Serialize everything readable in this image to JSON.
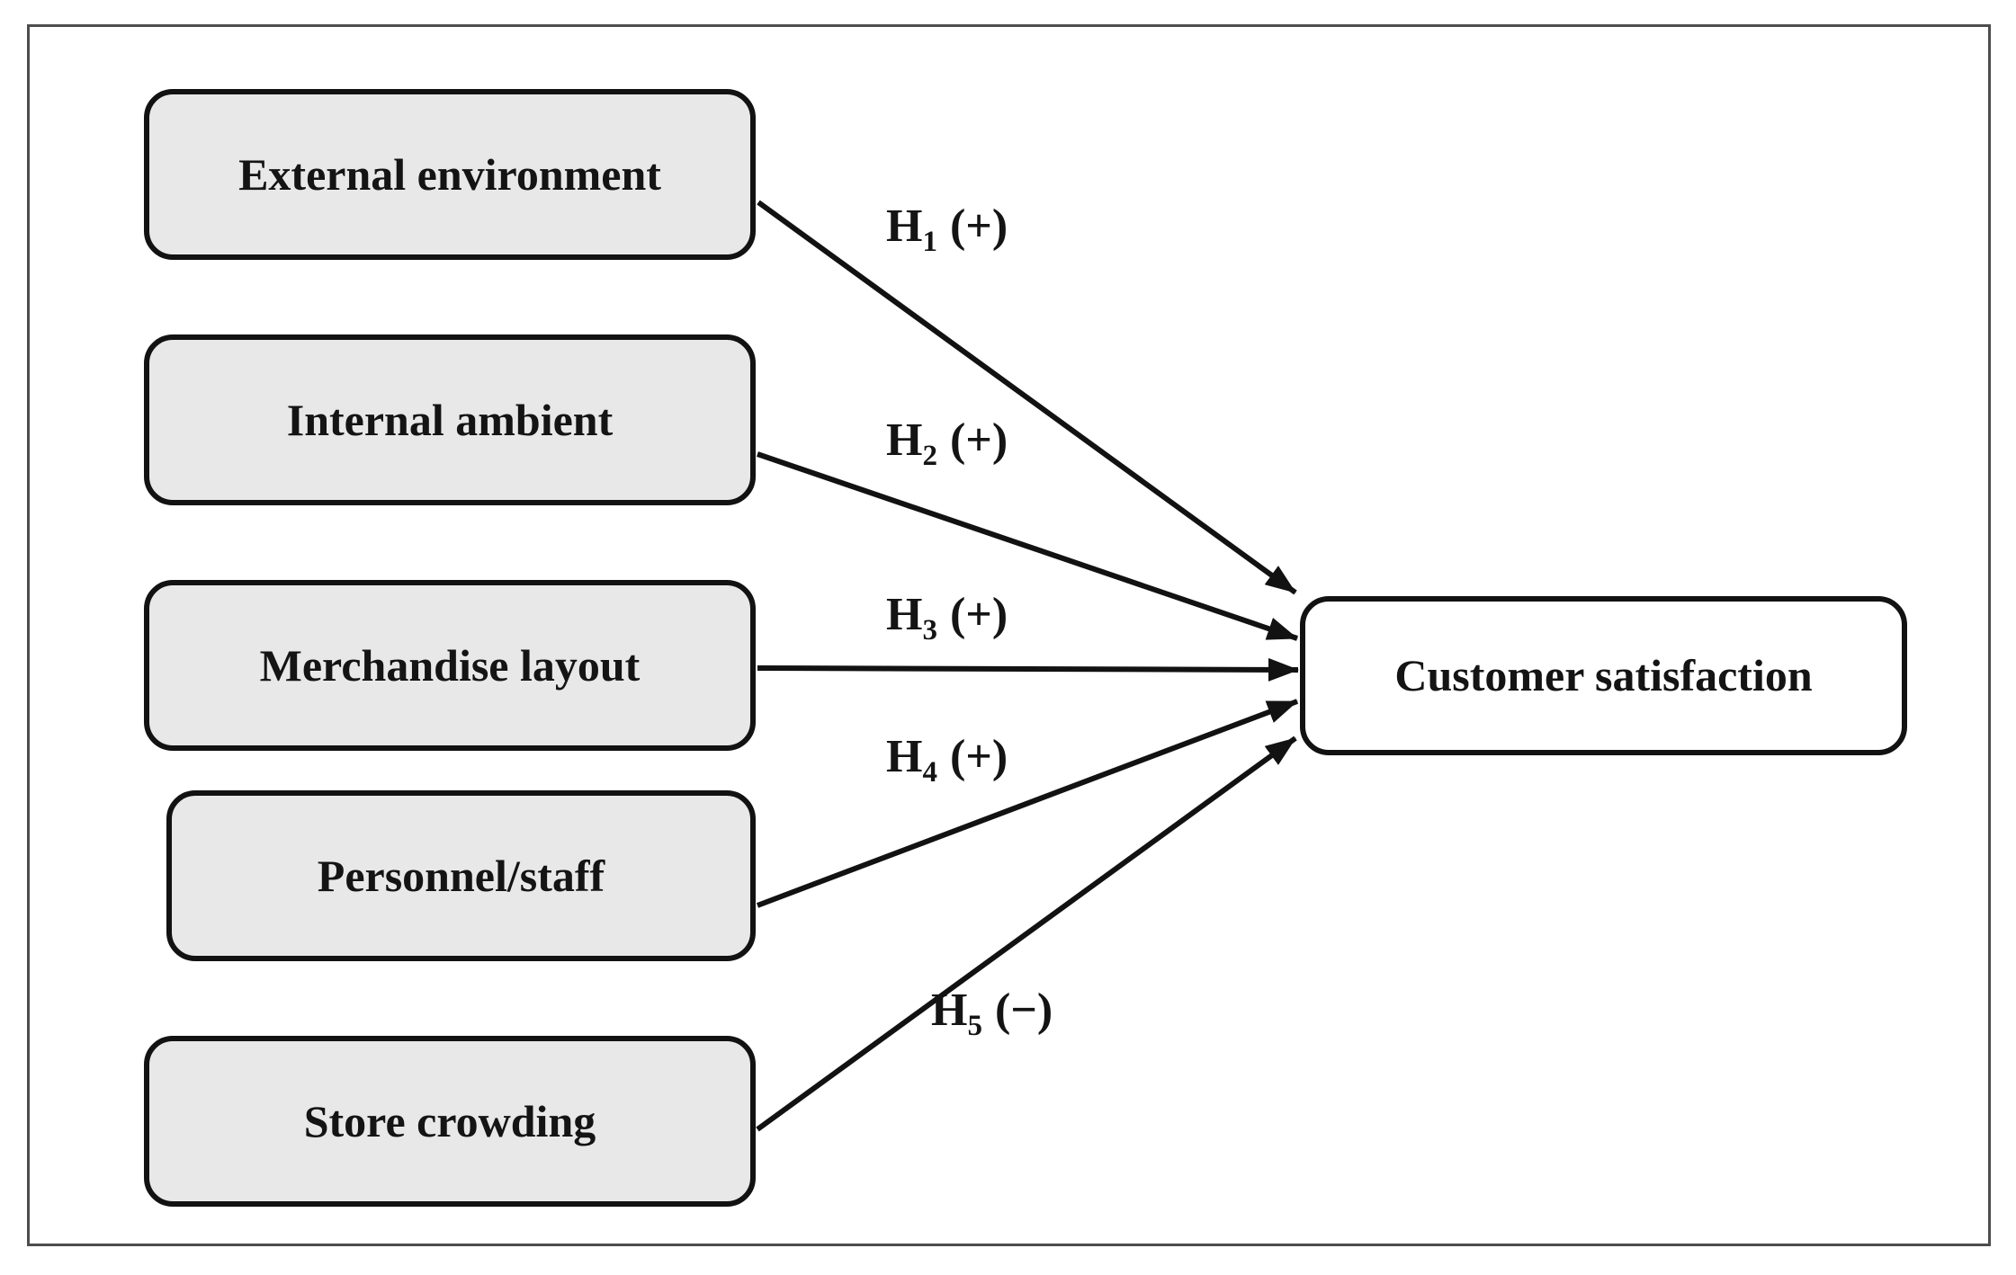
{
  "colors": {
    "box_fill": "#e8e8e8",
    "box_border": "#121212",
    "target_fill": "#ffffff",
    "arrow": "#121212",
    "frame_border": "#4d4d4d"
  },
  "boxes": [
    {
      "label": "External environment"
    },
    {
      "label": "Internal ambient"
    },
    {
      "label": "Merchandise layout"
    },
    {
      "label": "Personnel/staff"
    },
    {
      "label": "Store crowding"
    }
  ],
  "target": {
    "label": "Customer satisfaction"
  },
  "hypotheses": [
    {
      "symbol": "H",
      "sub": "1",
      "sign": "(+)",
      "from": "External environment",
      "to": "Customer satisfaction"
    },
    {
      "symbol": "H",
      "sub": "2",
      "sign": "(+)",
      "from": "Internal ambient",
      "to": "Customer satisfaction"
    },
    {
      "symbol": "H",
      "sub": "3",
      "sign": "(+)",
      "from": "Merchandise layout",
      "to": "Customer satisfaction"
    },
    {
      "symbol": "H",
      "sub": "4",
      "sign": "(+)",
      "from": "Personnel/staff",
      "to": "Customer satisfaction"
    },
    {
      "symbol": "H",
      "sub": "5",
      "sign": "(−)",
      "from": "Store crowding",
      "to": "Customer satisfaction"
    }
  ]
}
